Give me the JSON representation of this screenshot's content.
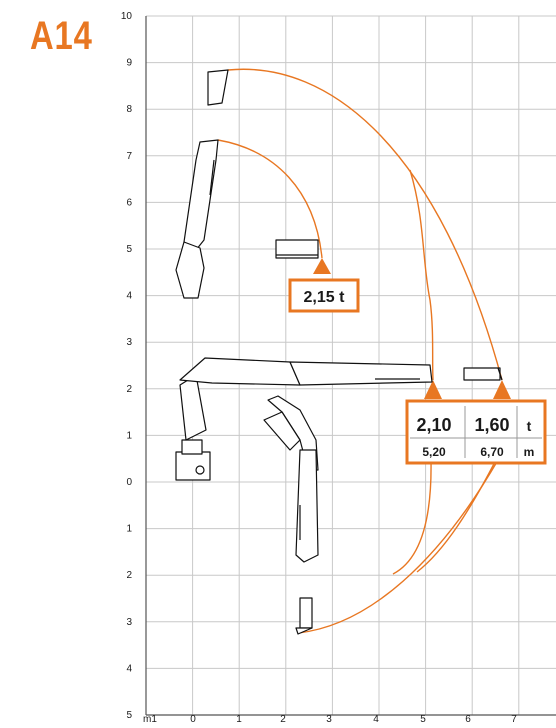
{
  "title": "A14",
  "colors": {
    "accent": "#e87722",
    "grid": "#c8c8c8",
    "frame": "#555555",
    "text": "#1a1a1a"
  },
  "y_axis_labels": [
    "10",
    "9",
    "8",
    "7",
    "6",
    "5",
    "4",
    "3",
    "2",
    "1",
    "0",
    "1",
    "2",
    "3",
    "4",
    "5"
  ],
  "x_axis_labels": [
    "m1",
    "0",
    "1",
    "2",
    "3",
    "4",
    "5",
    "6",
    "7"
  ],
  "load_box_top": {
    "load": "2,15 t"
  },
  "load_table": {
    "load_1": "2,10",
    "load_2": "1,60",
    "load_unit": "t",
    "reach_1": "5,20",
    "reach_2": "6,70",
    "reach_unit": "m"
  }
}
